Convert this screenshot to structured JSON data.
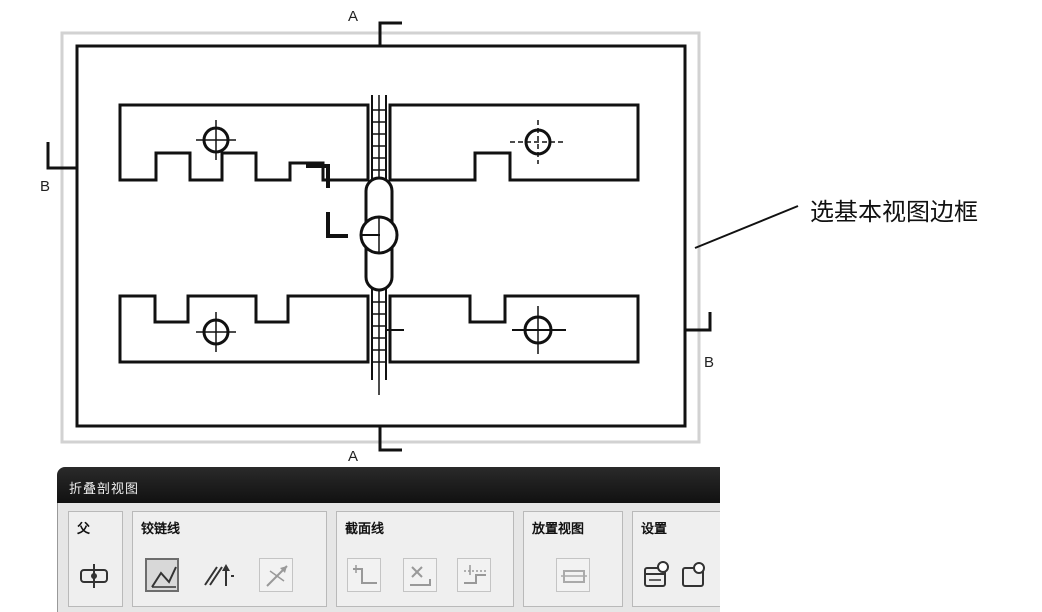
{
  "drawing": {
    "section_labels": {
      "top": "A",
      "bottom": "A",
      "left": "B",
      "right": "B"
    },
    "callout": "选基本视图边框"
  },
  "dialog": {
    "title": "折叠剖视图",
    "groups": [
      {
        "id": "parent",
        "title": "父",
        "tools": [
          "view-select-icon"
        ]
      },
      {
        "id": "hinge-line",
        "title": "铰链线",
        "tools": [
          "auto-hinge-icon",
          "vector-direction-icon",
          "reverse-direction-icon"
        ]
      },
      {
        "id": "section-line",
        "title": "截面线",
        "tools": [
          "section-segment-icon",
          "section-point-icon",
          "section-corner-icon"
        ]
      },
      {
        "id": "place-view",
        "title": "放置视图",
        "tools": [
          "place-view-icon"
        ]
      },
      {
        "id": "settings",
        "title": "设置",
        "tools": [
          "settings-icon",
          "style-icon"
        ]
      }
    ]
  }
}
